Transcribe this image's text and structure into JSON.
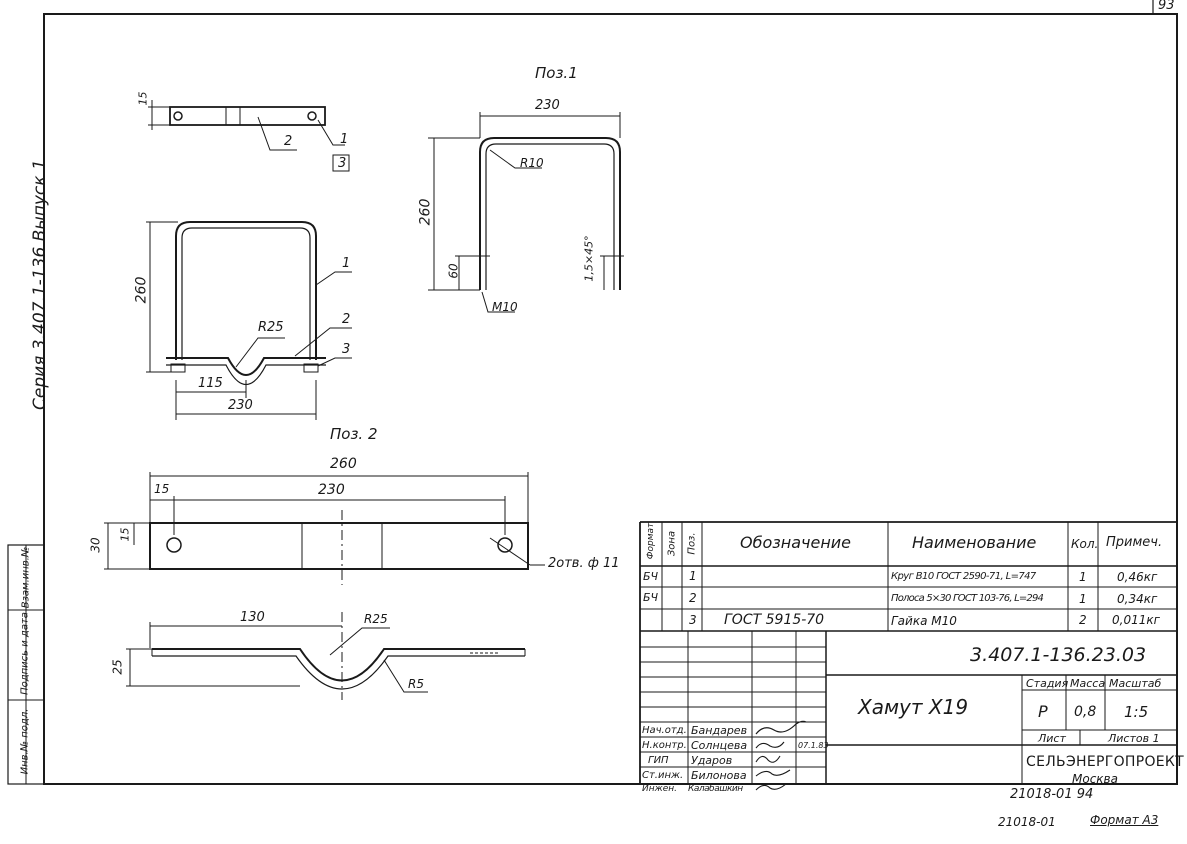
{
  "sheet_number": "93",
  "series_label": "Серия 3.407.1-136 Выпуск 1",
  "side_stamp": [
    "Инв.№ подл.",
    "Подпись и дата",
    "Взам.инв.№"
  ],
  "views": {
    "pos1_title": "Поз.1",
    "pos2_title": "Поз. 2",
    "dims": {
      "d15": "15",
      "d230": "230",
      "d260": "260",
      "d60": "60",
      "d115": "115",
      "d130": "130",
      "d25": "25",
      "d30": "30",
      "r10": "R10",
      "r25": "R25",
      "r5": "R5",
      "m10": "M10",
      "chamfer": "1,5×45°",
      "holes": "2отв. ф 11"
    },
    "callouts": [
      "1",
      "2",
      "3"
    ]
  },
  "spec": {
    "headers": {
      "format": "Формат",
      "zone": "Зона",
      "pos": "Поз.",
      "designation": "Обозначение",
      "name": "Наименование",
      "qty": "Кол.",
      "note": "Примеч."
    },
    "rows": [
      {
        "format": "БЧ",
        "zone": "",
        "pos": "1",
        "designation": "",
        "name": "Круг В10 ГОСТ 2590-71, L=747",
        "qty": "1",
        "note": "0,46кг"
      },
      {
        "format": "БЧ",
        "zone": "",
        "pos": "2",
        "designation": "",
        "name": "Полоса 5×30 ГОСТ 103-76, L=294",
        "qty": "1",
        "note": "0,34кг"
      },
      {
        "format": "",
        "zone": "",
        "pos": "3",
        "designation": "ГОСТ 5915-70",
        "name": "Гайка М10",
        "qty": "2",
        "note": "0,011кг"
      }
    ]
  },
  "title_block": {
    "doc_code": "3.407.1-136.23.03",
    "title": "Хамут Х19",
    "stage_label": "Стадия",
    "mass_label": "Масса",
    "scale_label": "Масштаб",
    "stage": "Р",
    "mass": "0,8",
    "scale": "1:5",
    "sheet_label": "Лист",
    "sheets_label": "Листов 1",
    "org": "СЕЛЬЭНЕРГОПРОЕКТ",
    "city": "Москва",
    "date": "07.1.83",
    "signers": [
      {
        "role": "Нач.отд.",
        "name": "Бандарев"
      },
      {
        "role": "Н.контр.",
        "name": "Солнцева"
      },
      {
        "role": "ГИП",
        "name": "Ударов"
      },
      {
        "role": "Ст.инж.",
        "name": "Билонова"
      },
      {
        "role": "Инжен.",
        "name": "Калабашкин"
      }
    ]
  },
  "footer": {
    "inv1": "21018-01   94",
    "inv2": "21018-01",
    "format": "Формат А3"
  }
}
